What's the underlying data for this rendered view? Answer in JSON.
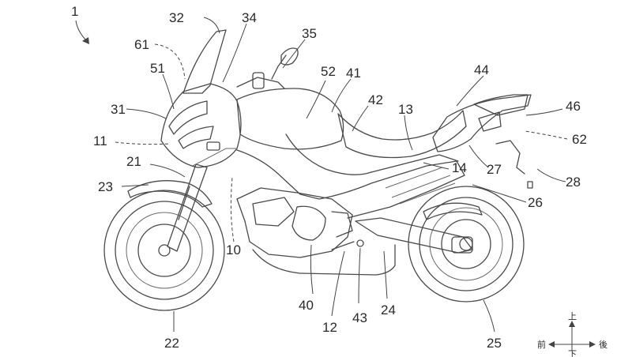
{
  "diagram": {
    "figure_number": "1",
    "reference_numerals": [
      "32",
      "34",
      "35",
      "61",
      "51",
      "52",
      "41",
      "44",
      "42",
      "13",
      "46",
      "31",
      "62",
      "11",
      "21",
      "14",
      "27",
      "23",
      "28",
      "26",
      "10",
      "40",
      "12",
      "43",
      "24",
      "22",
      "25"
    ],
    "direction_indicator": {
      "up": "上",
      "down": "下",
      "front": "前",
      "rear": "後"
    },
    "parts": [
      "front-wheel",
      "rear-wheel",
      "front-fork",
      "front-fender",
      "windscreen",
      "headlight-fairing",
      "handlebar",
      "fuel-tank",
      "seat",
      "rear-carrier",
      "engine",
      "swingarm",
      "exhaust",
      "frame",
      "muffler"
    ]
  }
}
